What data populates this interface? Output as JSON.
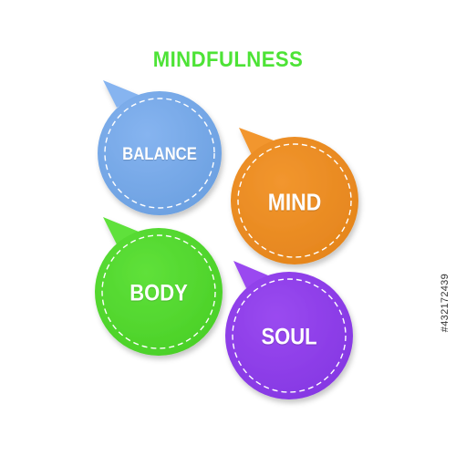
{
  "title": {
    "text": "MINDFULNESS",
    "color": "#4de336"
  },
  "bubbles": [
    {
      "label": "BALANCE",
      "fill": "#86b4f0",
      "fill_dark": "#6a9fe0",
      "tail": "top-left"
    },
    {
      "label": "MIND",
      "fill": "#f2962e",
      "fill_dark": "#e4841b",
      "tail": "top-left"
    },
    {
      "label": "BODY",
      "fill": "#5fe13a",
      "fill_dark": "#49cf26",
      "tail": "top-left"
    },
    {
      "label": "SOUL",
      "fill": "#9a4af0",
      "fill_dark": "#8436e2",
      "tail": "top-left"
    }
  ],
  "watermark": {
    "text": "#432172439"
  }
}
